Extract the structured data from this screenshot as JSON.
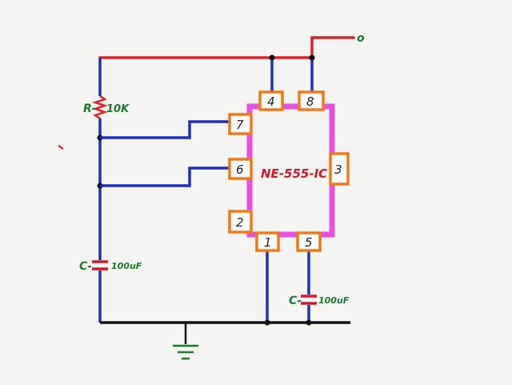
{
  "ic": {
    "label": "NE-555-IC"
  },
  "pins": {
    "p1": "1",
    "p2": "2",
    "p3": "3",
    "p4": "4",
    "p5": "5",
    "p6": "6",
    "p7": "7",
    "p8": "8"
  },
  "resistor": {
    "label": "R-",
    "value": "10K"
  },
  "cap_timing": {
    "label": "C-",
    "value": "100uF"
  },
  "cap_control": {
    "label": "C-",
    "value": "100uF"
  },
  "terminal": {
    "label": "o"
  },
  "colors": {
    "supply": "#e01f2d",
    "wire": "#1f2fb8",
    "ground": "#111111",
    "ic_body": "#e84fe0",
    "pin": "#f07a18",
    "label": "#1f7a2a",
    "cap_plate": "#d01a2a"
  }
}
